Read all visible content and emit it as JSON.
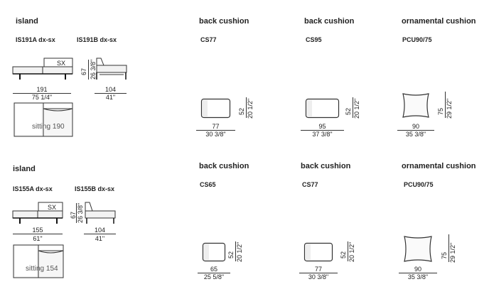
{
  "sections": [
    {
      "title": "island",
      "codeA": "IS191A dx-sx",
      "codeB": "IS191B dx-sx",
      "side_label": "SX",
      "height_cm": "67",
      "height_in": "26 3/8\"",
      "width_cm": "191",
      "width_in": "75 1/4\"",
      "depth_cm": "104",
      "depth_in": "41\"",
      "sitting": "sitting 190"
    },
    {
      "title": "island",
      "codeA": "IS155A dx-sx",
      "codeB": "IS155B dx-sx",
      "side_label": "SX",
      "height_cm": "67",
      "height_in": "26 3/8\"",
      "width_cm": "155",
      "width_in": "61\"",
      "depth_cm": "104",
      "depth_in": "41\"",
      "sitting": "sitting 154"
    }
  ],
  "cushions": [
    {
      "title": "back cushion",
      "code": "CS77",
      "w_cm": "77",
      "w_in": "30 3/8\"",
      "h_cm": "52",
      "h_in": "20 1/2\""
    },
    {
      "title": "back cushion",
      "code": "CS95",
      "w_cm": "95",
      "w_in": "37 3/8\"",
      "h_cm": "52",
      "h_in": "20 1/2\""
    },
    {
      "title": "ornamental cushion",
      "code": "PCU90/75",
      "w_cm": "90",
      "w_in": "35 3/8\"",
      "h_cm": "75",
      "h_in": "29 1/2\""
    },
    {
      "title": "back cushion",
      "code": "CS65",
      "w_cm": "65",
      "w_in": "25 5/8\"",
      "h_cm": "52",
      "h_in": "20 1/2\""
    },
    {
      "title": "back cushion",
      "code": "CS77",
      "w_cm": "77",
      "w_in": "30 3/8\"",
      "h_cm": "52",
      "h_in": "20 1/2\""
    },
    {
      "title": "ornamental cushion",
      "code": "PCU90/75",
      "w_cm": "90",
      "w_in": "35 3/8\"",
      "h_cm": "75",
      "h_in": "29 1/2\""
    }
  ]
}
